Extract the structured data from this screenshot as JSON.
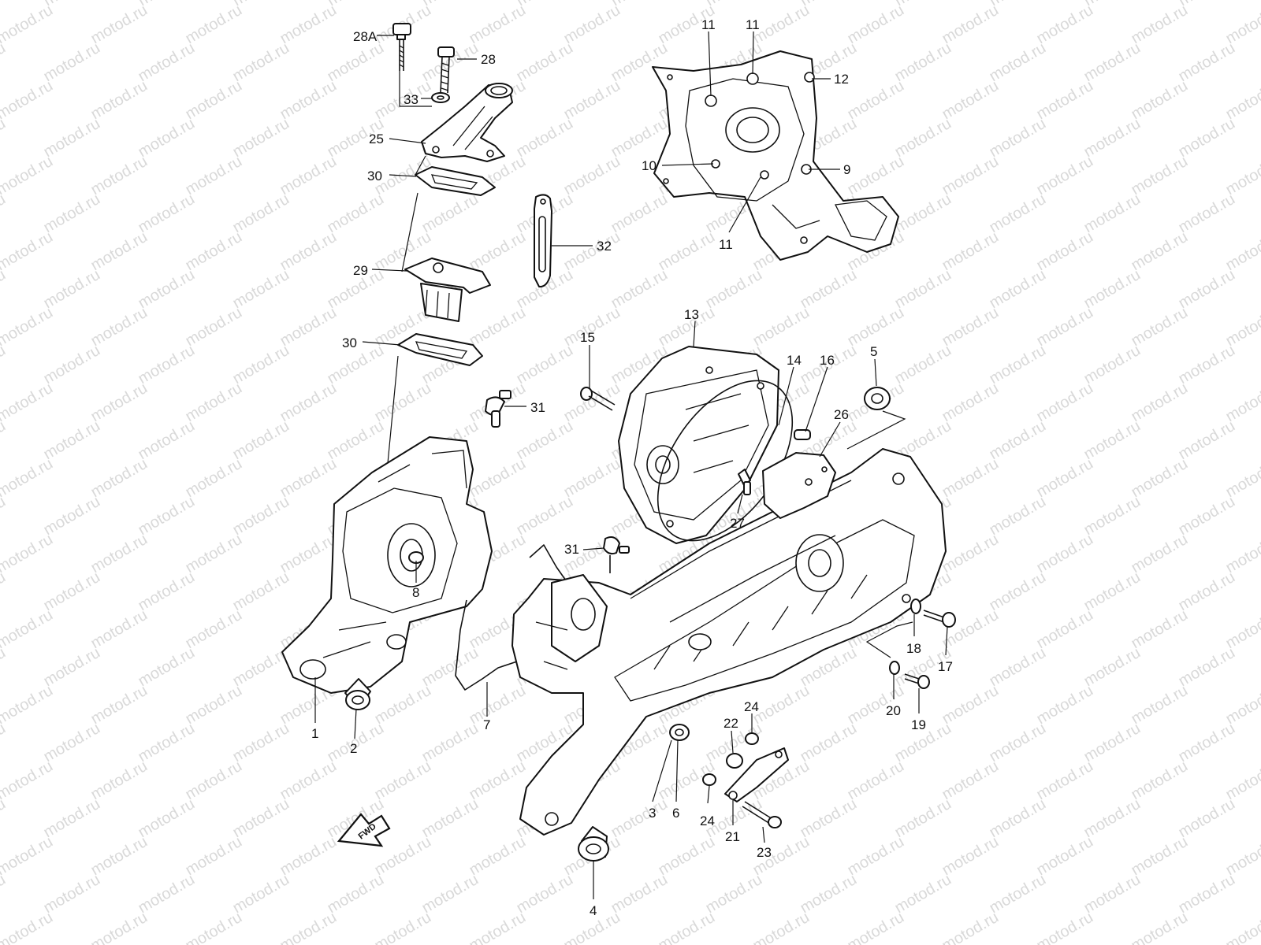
{
  "watermark": {
    "text": "motod.ru",
    "color": "#d9d9d9"
  },
  "fwd_marker": {
    "text": "FWD"
  },
  "callouts": [
    {
      "id": "c28a",
      "text": "28A"
    },
    {
      "id": "c28",
      "text": "28"
    },
    {
      "id": "c33",
      "text": "33"
    },
    {
      "id": "c25",
      "text": "25"
    },
    {
      "id": "c30a",
      "text": "30"
    },
    {
      "id": "c32",
      "text": "32"
    },
    {
      "id": "c29",
      "text": "29"
    },
    {
      "id": "c30b",
      "text": "30"
    },
    {
      "id": "c31a",
      "text": "31"
    },
    {
      "id": "c8",
      "text": "8"
    },
    {
      "id": "c1",
      "text": "1"
    },
    {
      "id": "c2",
      "text": "2"
    },
    {
      "id": "c7",
      "text": "7"
    },
    {
      "id": "c31b",
      "text": "31"
    },
    {
      "id": "c11a",
      "text": "11"
    },
    {
      "id": "c11b",
      "text": "11"
    },
    {
      "id": "c12",
      "text": "12"
    },
    {
      "id": "c10",
      "text": "10"
    },
    {
      "id": "c9",
      "text": "9"
    },
    {
      "id": "c11c",
      "text": "11"
    },
    {
      "id": "c13",
      "text": "13"
    },
    {
      "id": "c15",
      "text": "15"
    },
    {
      "id": "c14",
      "text": "14"
    },
    {
      "id": "c16",
      "text": "16"
    },
    {
      "id": "c5",
      "text": "5"
    },
    {
      "id": "c26",
      "text": "26"
    },
    {
      "id": "c27",
      "text": "27"
    },
    {
      "id": "c18",
      "text": "18"
    },
    {
      "id": "c17",
      "text": "17"
    },
    {
      "id": "c20",
      "text": "20"
    },
    {
      "id": "c19",
      "text": "19"
    },
    {
      "id": "c24a",
      "text": "24"
    },
    {
      "id": "c22",
      "text": "22"
    },
    {
      "id": "c3",
      "text": "3"
    },
    {
      "id": "c6",
      "text": "6"
    },
    {
      "id": "c24b",
      "text": "24"
    },
    {
      "id": "c21",
      "text": "21"
    },
    {
      "id": "c23",
      "text": "23"
    },
    {
      "id": "c4",
      "text": "4"
    }
  ]
}
